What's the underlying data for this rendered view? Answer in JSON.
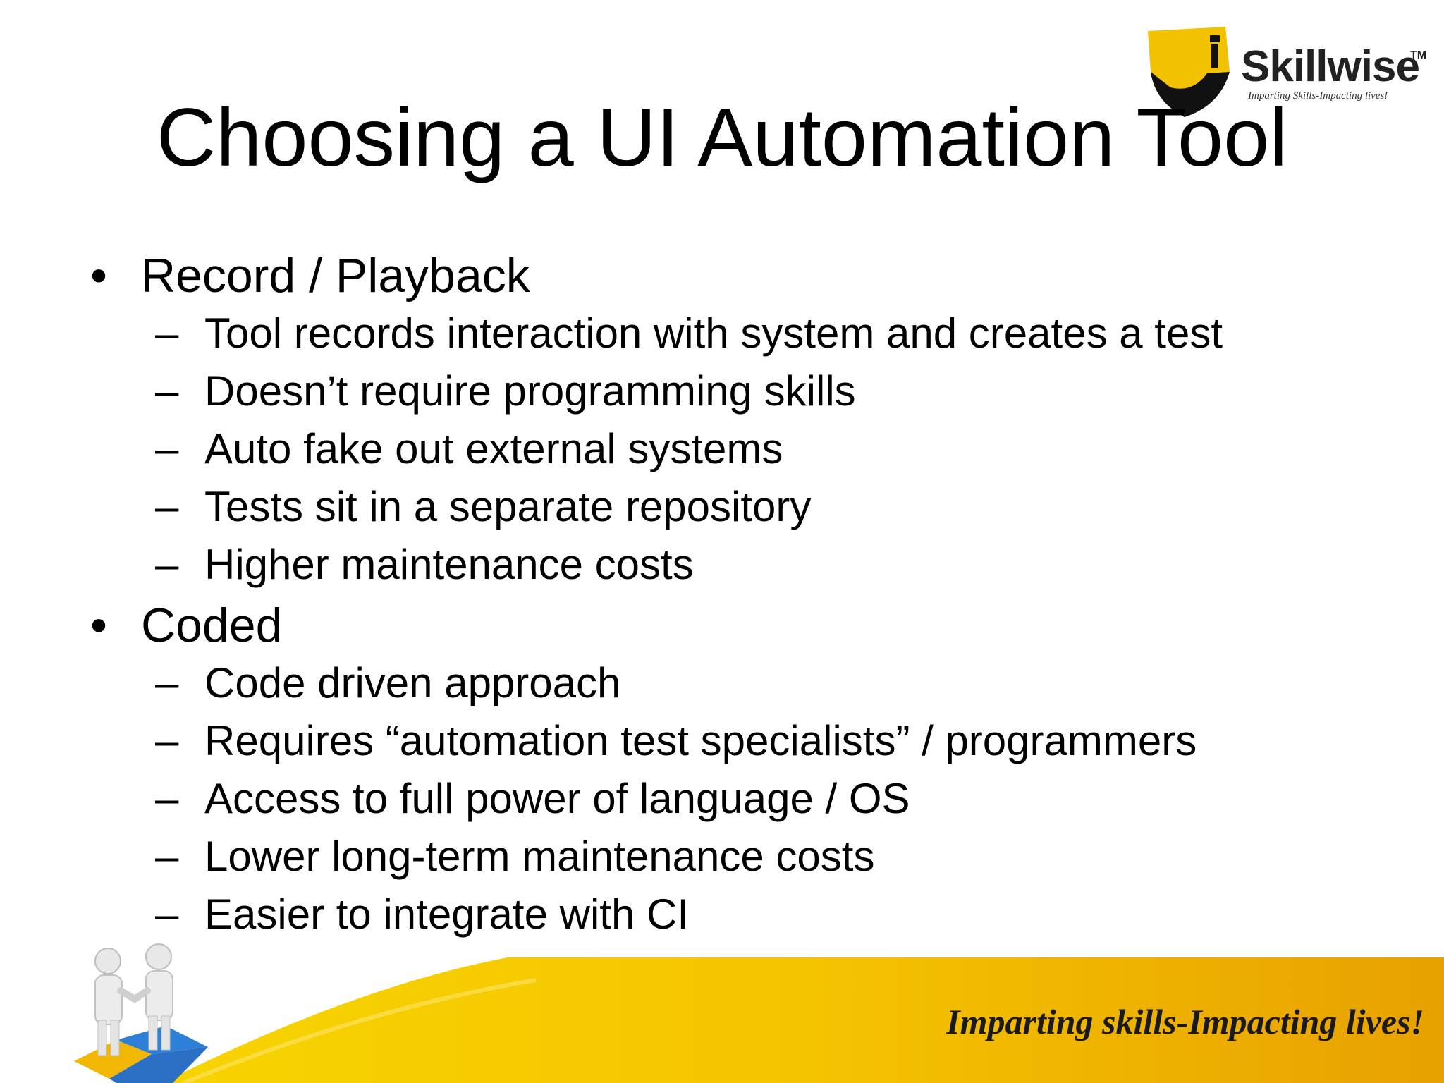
{
  "slide": {
    "title": "Choosing a UI Automation Tool"
  },
  "logo": {
    "name": "Skillwise",
    "trademark": "TM",
    "tagline": "Imparting Skills-Impacting lives!"
  },
  "bullets": [
    {
      "marker": "•",
      "text": "Record / Playback",
      "subitems": [
        {
          "marker": "–",
          "text": "Tool records interaction with system and creates a test"
        },
        {
          "marker": "–",
          "text": "Doesn’t require programming skills"
        },
        {
          "marker": "–",
          "text": "Auto fake out external systems"
        },
        {
          "marker": "–",
          "text": "Tests sit in a separate repository"
        },
        {
          "marker": "–",
          "text": "Higher maintenance costs"
        }
      ]
    },
    {
      "marker": "•",
      "text": "Coded",
      "subitems": [
        {
          "marker": "–",
          "text": "Code driven approach"
        },
        {
          "marker": "–",
          "text": "Requires “automation test specialists” / programmers"
        },
        {
          "marker": "–",
          "text": "Access to full power of language / OS"
        },
        {
          "marker": "–",
          "text": "Lower long-term maintenance costs"
        },
        {
          "marker": "–",
          "text": "Easier to integrate with CI"
        }
      ]
    }
  ],
  "footer": {
    "tagline": "Imparting skills-Impacting lives!"
  },
  "colors": {
    "banner_yellow": "#f5c400",
    "banner_orange": "#e8a100",
    "shield_yellow": "#f2c200",
    "shield_black": "#111111"
  },
  "icons": {
    "logo_shield": "shield-icon",
    "footer_art": "handshake-puzzle-icon"
  }
}
